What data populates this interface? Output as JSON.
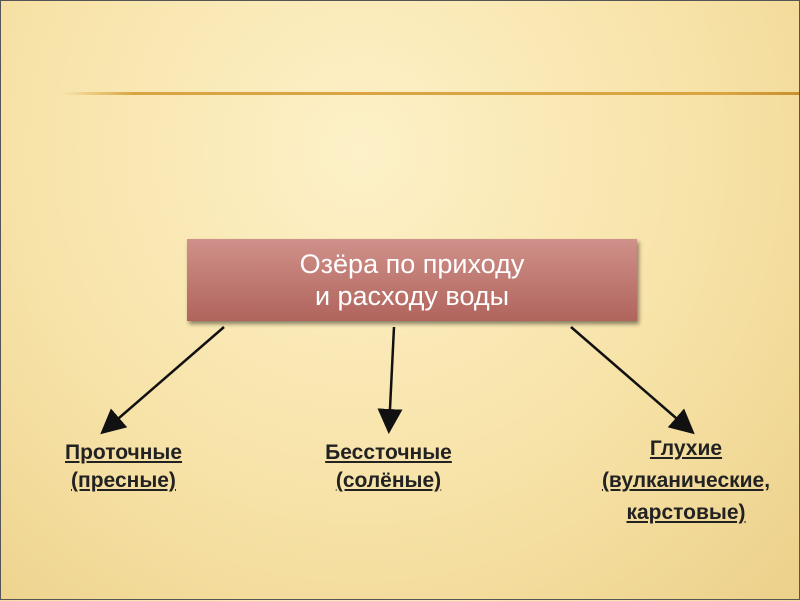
{
  "title": {
    "line1": "Озёра по приходу",
    "line2": "и расходу воды"
  },
  "categories": [
    {
      "line1": "Проточные",
      "line2": "(пресные)"
    },
    {
      "line1": "Бессточные",
      "line2": "(солёные)"
    },
    {
      "line1": "Глухие",
      "line2": "(вулканические,",
      "line3": "карстовые)"
    }
  ]
}
